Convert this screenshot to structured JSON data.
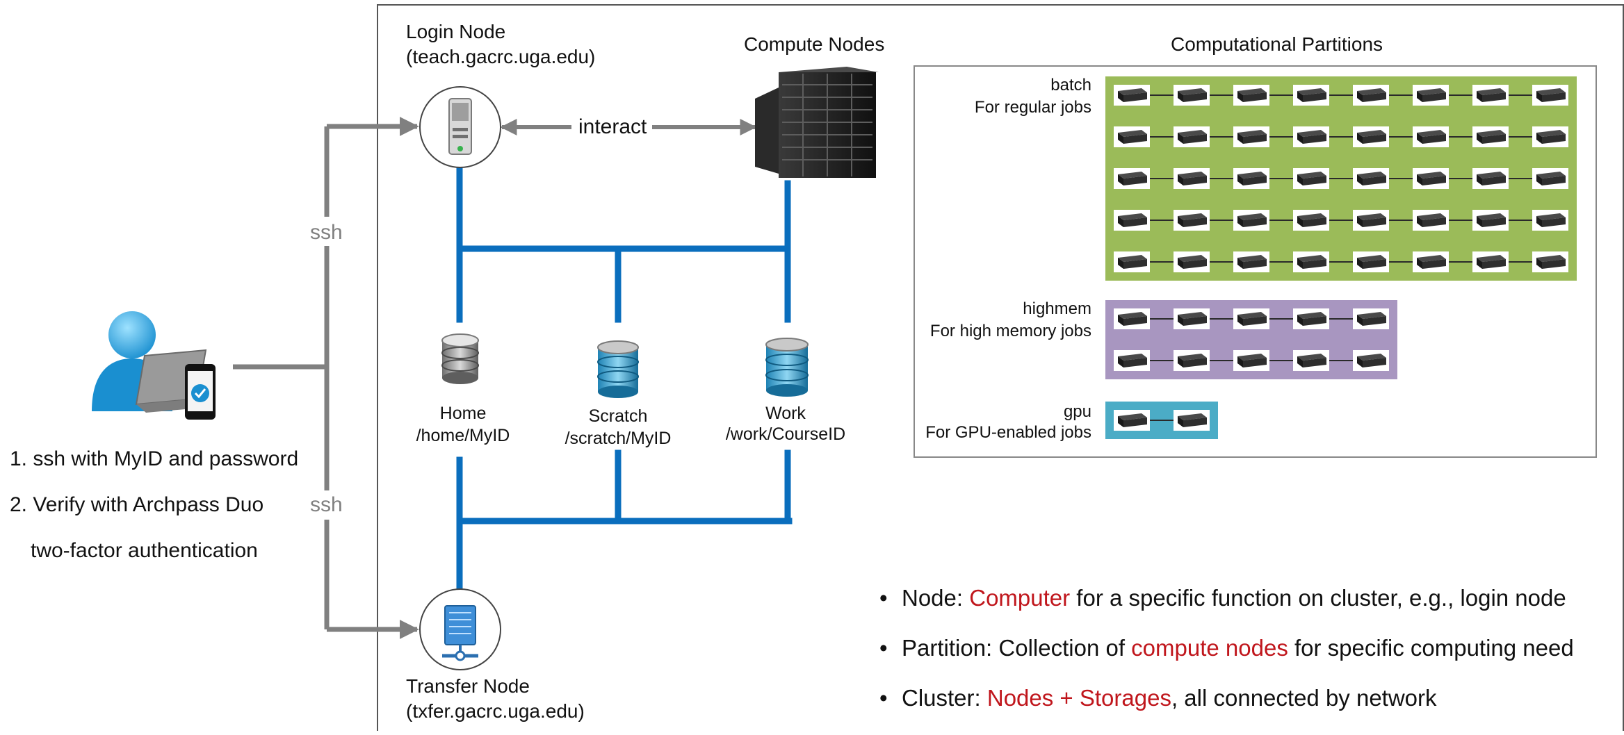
{
  "login_node": {
    "title": "Login Node",
    "host": "(teach.gacrc.uga.edu)"
  },
  "compute_nodes": {
    "title": "Compute Nodes"
  },
  "interact_label": "interact",
  "ssh_labels": [
    "ssh",
    "ssh"
  ],
  "storages": [
    {
      "name": "Home",
      "path": "/home/MyID"
    },
    {
      "name": "Scratch",
      "path": "/scratch/MyID"
    },
    {
      "name": "Work",
      "path": "/work/CourseID"
    }
  ],
  "transfer_node": {
    "title": "Transfer Node",
    "host": "(txfer.gacrc.uga.edu)"
  },
  "steps": [
    "1. ssh with MyID and password",
    "2. Verify with Archpass Duo",
    "two-factor authentication"
  ],
  "partitions": {
    "title": "Computational Partitions",
    "items": [
      {
        "name": "batch",
        "desc": "For regular jobs",
        "rows": 5,
        "cols": 8,
        "color": "#9bbb59"
      },
      {
        "name": "highmem",
        "desc": "For high memory jobs",
        "rows": 2,
        "cols": 5,
        "color": "#a896c0"
      },
      {
        "name": "gpu",
        "desc": "For GPU-enabled jobs",
        "rows": 1,
        "cols": 2,
        "color": "#4bacc6"
      }
    ]
  },
  "bullets": [
    {
      "pre": "Node: ",
      "hl": "Computer",
      "post": " for a specific function on cluster, e.g., login node"
    },
    {
      "pre": "Partition: Collection of ",
      "hl": "compute nodes",
      "post": " for specific computing need"
    },
    {
      "pre": "Cluster: ",
      "hl": "Nodes + Storages",
      "post": ", all connected by network"
    }
  ],
  "colors": {
    "network": "#0a6ebd",
    "ssh_line": "#808080",
    "frame": "#555555",
    "highlight": "#c0161c"
  }
}
